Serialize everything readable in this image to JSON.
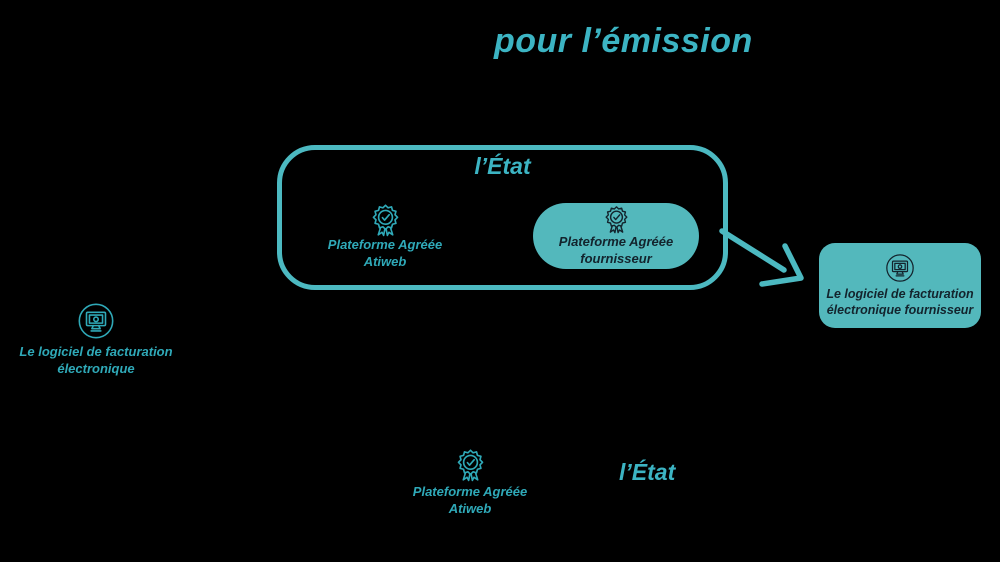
{
  "palette": {
    "background": "#000000",
    "teal_text": "#2FA9B8",
    "teal_title": "#3CB4C3",
    "teal_border": "#4CB9C1",
    "teal_fill": "#53B8BC",
    "dark_text": "#13242D"
  },
  "header": {
    "title": "pour l’émission"
  },
  "etat_box": {
    "title": "l’État",
    "platform_atiweb": {
      "icon": "award-badge-icon",
      "line1": "Plateforme Agréée",
      "line2": "Atiweb"
    },
    "platform_fournisseur": {
      "icon": "award-badge-icon",
      "line1": "Plateforme Agréée",
      "line2": "fournisseur"
    }
  },
  "supplier_software_card": {
    "icon": "invoice-monitor-icon",
    "line1": "Le logiciel de facturation",
    "line2": "électronique fournisseur"
  },
  "left_software": {
    "icon": "invoice-monitor-icon",
    "line1": "Le logiciel de facturation",
    "line2": "électronique"
  },
  "bottom_platform": {
    "icon": "award-badge-icon",
    "line1": "Plateforme Agréée",
    "line2": "Atiweb"
  },
  "bottom_etat": {
    "title": "l’État"
  }
}
